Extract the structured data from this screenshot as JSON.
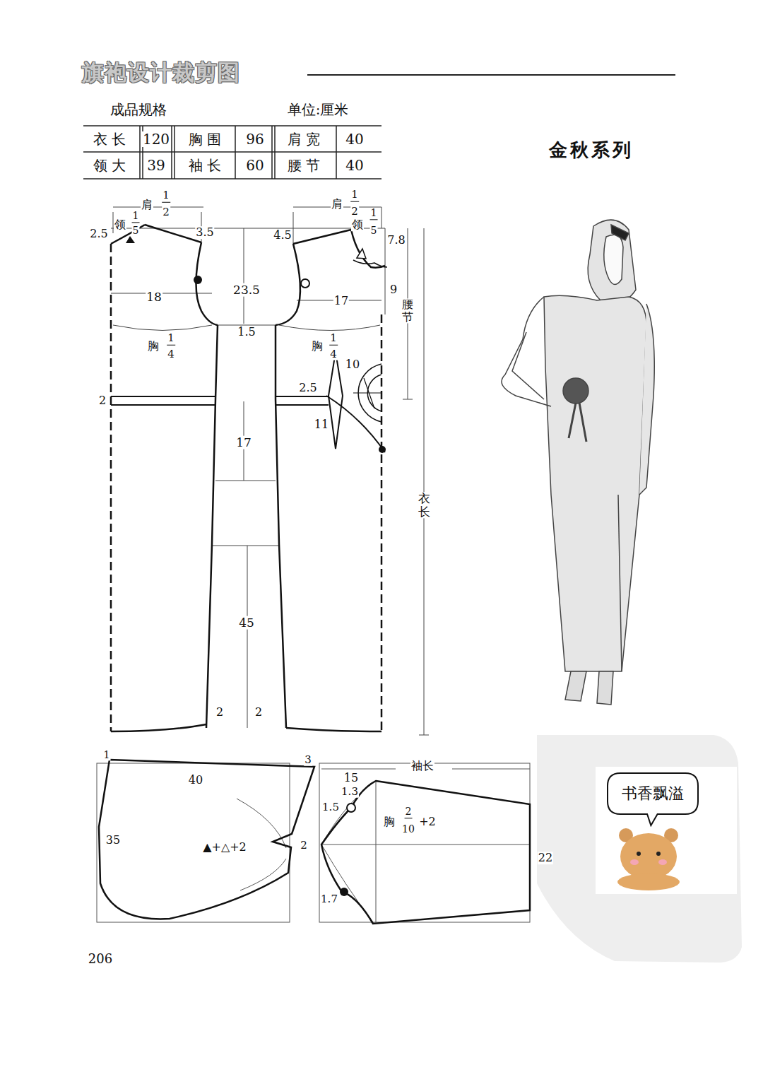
{
  "diagram": {
    "title": "旗袍设计裁剪图",
    "nodes": [
      {
        "text": [
          "书香飘溢"
        ]
      }
    ],
    "labels": [
      "成品规格",
      "单位:厘米",
      "衣 长",
      "120",
      "胸 围",
      "96",
      "肩 宽",
      "40",
      "领 大",
      "39",
      "袖 长",
      "60",
      "腰 节",
      "40",
      "金秋系列",
      "肩",
      "1",
      "2",
      "领",
      "1",
      "5",
      "2.5",
      "3.5",
      "18",
      "23.5",
      "1.5",
      "胸",
      "1",
      "4",
      "2",
      "17",
      "45",
      "2",
      "2",
      "肩",
      "1",
      "2",
      "领",
      "1",
      "5",
      "4.5",
      "7.8",
      "9",
      "腰节",
      "17",
      "胸",
      "1",
      "4",
      "10",
      "2.5",
      "11",
      "衣长",
      "1",
      "40",
      "3",
      "35",
      "▲+△+2",
      "2",
      "袖长",
      "15",
      "1.3",
      "1.5",
      "胸",
      "2",
      "10",
      "+2",
      "22",
      "1.7",
      "206"
    ]
  }
}
